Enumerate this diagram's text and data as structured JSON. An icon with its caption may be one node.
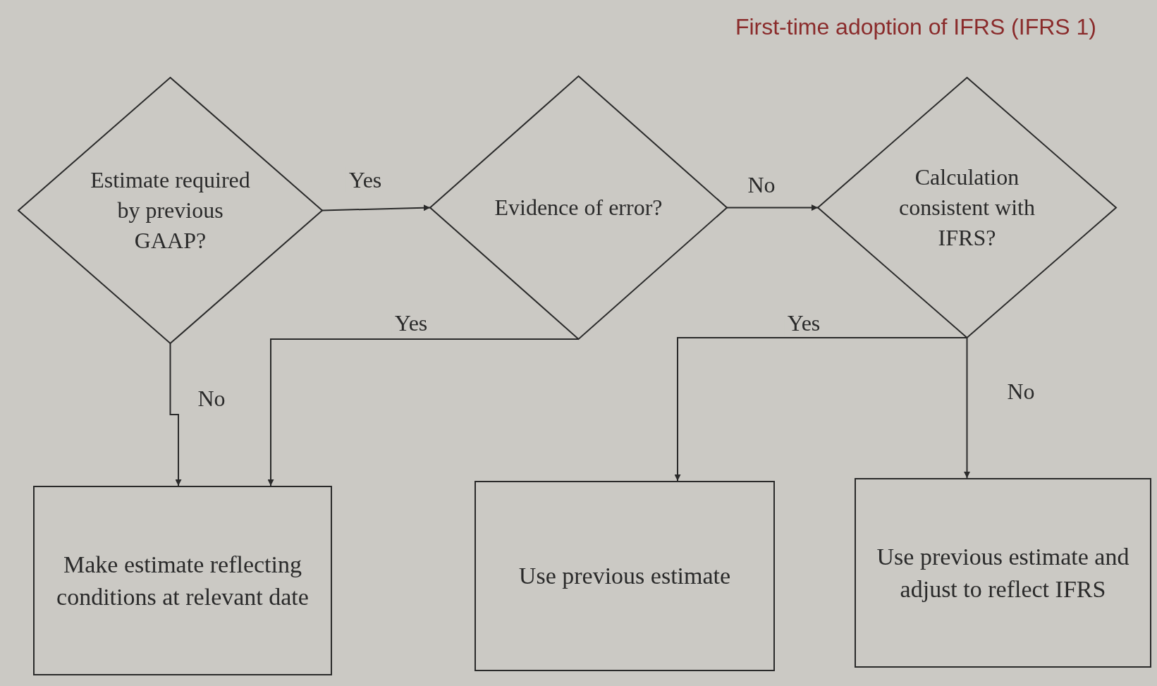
{
  "diagram": {
    "title": "First-time adoption of IFRS (IFRS 1)",
    "nodes": [
      {
        "text": [
          "Estimate required by previous GAAP?"
        ]
      },
      {
        "text": [
          "Evidence of error?"
        ]
      },
      {
        "text": [
          "Calculation consistent with IFRS?"
        ]
      },
      {
        "text": [
          "Make estimate reflecting conditions at relevant date"
        ]
      },
      {
        "text": [
          "Use previous estimate"
        ]
      },
      {
        "text": [
          "Use previous estimate and adjust to reflect IFRS"
        ]
      }
    ],
    "edges": [
      {
        "from": 0,
        "to": 1,
        "arrow": "to",
        "label": "Yes"
      },
      {
        "from": 1,
        "to": 2,
        "arrow": "to",
        "label": "No"
      },
      {
        "from": 0,
        "to": 3,
        "arrow": "to",
        "label": "No"
      },
      {
        "from": 1,
        "to": 3,
        "arrow": "to",
        "label": "Yes"
      },
      {
        "from": 2,
        "to": 4,
        "arrow": "to",
        "label": "Yes"
      },
      {
        "from": 2,
        "to": 5,
        "arrow": "to",
        "label": "No"
      }
    ]
  }
}
